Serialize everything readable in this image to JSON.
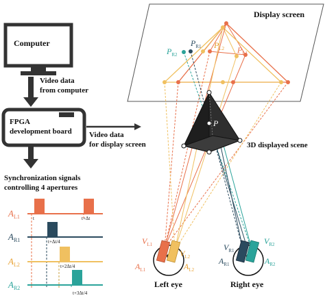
{
  "blocks": {
    "computer": "Computer",
    "video_from_computer_1": "Video data",
    "video_from_computer_2": "from computer",
    "fpga_1": "FPGA",
    "fpga_2": "development board",
    "video_for_display_1": "Video data",
    "video_for_display_2": "for display screen",
    "sync_1": "Synchronization signals",
    "sync_2": "controlling 4 apertures"
  },
  "scene": {
    "display_screen": "Display screen",
    "displayed_scene": "3D displayed scene",
    "point_p": "P",
    "left_eye": "Left eye",
    "right_eye": "Right eye"
  },
  "projections": {
    "pr1": {
      "base": "P",
      "sub": "R1"
    },
    "pr2": {
      "base": "P",
      "sub": "R2"
    },
    "pl1": {
      "base": "P",
      "sub": "L1"
    },
    "pl2": {
      "base": "P",
      "sub": "L2"
    }
  },
  "eye_labels": {
    "vl1": {
      "base": "V",
      "sub": "L1"
    },
    "vl2": {
      "base": "V",
      "sub": "L2"
    },
    "al1": {
      "base": "A",
      "sub": "L1"
    },
    "al2": {
      "base": "A",
      "sub": "L2"
    },
    "vr1": {
      "base": "V",
      "sub": "R1"
    },
    "vr2": {
      "base": "V",
      "sub": "R2"
    },
    "ar1": {
      "base": "A",
      "sub": "R1"
    },
    "ar2": {
      "base": "A",
      "sub": "R2"
    }
  },
  "timing": {
    "rows": [
      {
        "base": "A",
        "sub": "L1",
        "color": "#e8704a",
        "time_label": "t",
        "time_label_2": "t+Δt"
      },
      {
        "base": "A",
        "sub": "R1",
        "color": "#2a4a5e",
        "time_label": "t+Δt/4"
      },
      {
        "base": "A",
        "sub": "L2",
        "color": "#f0c060",
        "time_label": "t+2Δt/4"
      },
      {
        "base": "A",
        "sub": "R2",
        "color": "#2aa39a",
        "time_label": "t+3Δt/4"
      }
    ]
  },
  "colors": {
    "orange": "#e8704a",
    "yellow": "#f0c060",
    "dark": "#2a4a5e",
    "teal": "#2aa39a",
    "block_fill": "#333333"
  }
}
